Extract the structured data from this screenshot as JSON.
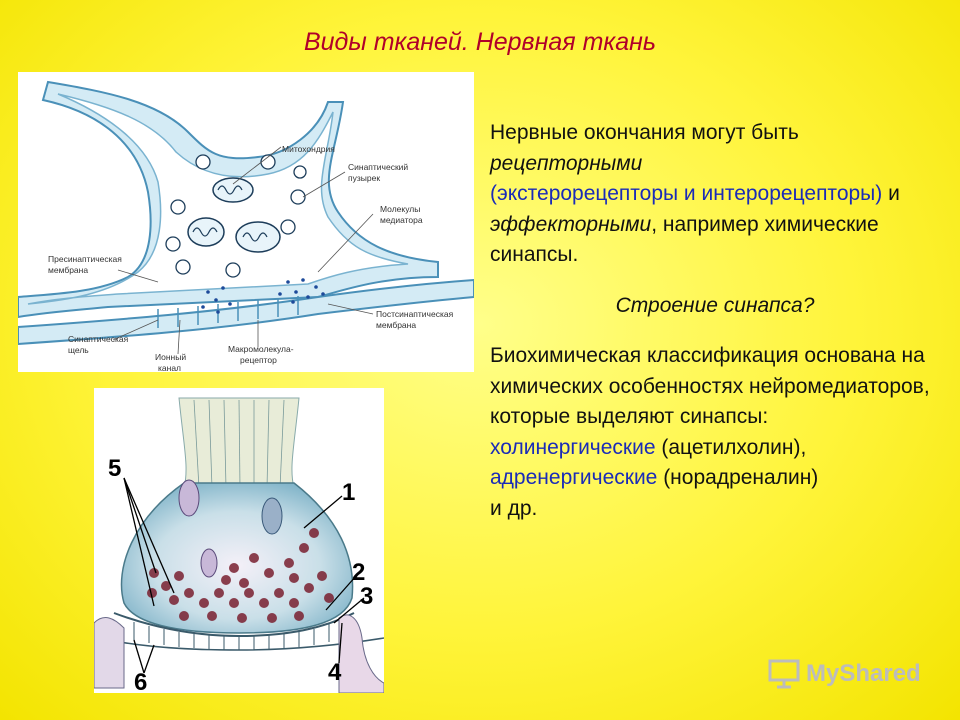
{
  "title": "Виды тканей. Нервная ткань",
  "diagram1": {
    "labels": {
      "mitochondria": "Митохондрия",
      "vesicle_l1": "Синаптический",
      "vesicle_l2": "пузырек",
      "mediator_l1": "Молекулы",
      "mediator_l2": "медиатора",
      "presyn_l1": "Пресинаптическая",
      "presyn_l2": "мембрана",
      "postsyn_l1": "Постсинаптическая",
      "postsyn_l2": "мембрана",
      "cleft_l1": "Синаптическая",
      "cleft_l2": "щель",
      "ion_l1": "Ионный",
      "ion_l2": "канал",
      "receptor_l1": "Макромолекула-",
      "receptor_l2": "рецептор"
    }
  },
  "diagram2": {
    "numbers": [
      "1",
      "2",
      "3",
      "4",
      "5",
      "6"
    ]
  },
  "text": {
    "p1_a": "Нервные окончания могут быть",
    "p1_b": "рецепторными",
    "p1_c": "(экстерорецепторы и интерорецепторы)",
    "p1_d": " и",
    "p1_e": "эффекторными",
    "p1_f": ", например химические синапсы.",
    "question": "Строение синапса?",
    "p2_a": "Биохимическая классификация основана на химических особенностях  нейромедиаторов, которые выделяют синапсы:",
    "p2_b": "холинергические",
    "p2_c": " (ацетилхолин),",
    "p2_d": "адренергические",
    "p2_e": " (норадреналин)",
    "p2_f": "и др."
  },
  "watermark": {
    "text": "MyShared",
    "icon": "presentation-board-icon"
  },
  "colors": {
    "title": "#b0002a",
    "blue_terms": "#1a2bb8",
    "background": "#fff43a"
  }
}
